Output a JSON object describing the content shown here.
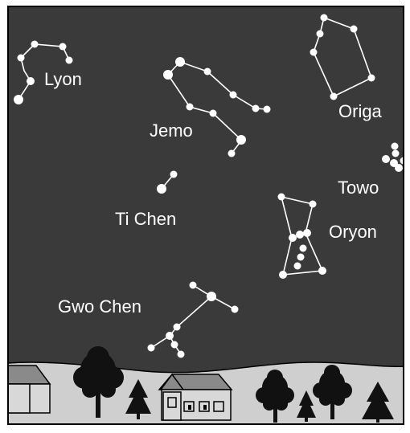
{
  "colors": {
    "sky": "#3a3a3a",
    "stars": "#ffffff",
    "lines": "#ffffff",
    "ground": "#cfcfcf",
    "border": "#000000",
    "trees": "#111111",
    "house_wall": "#d8d8d8",
    "house_roof": "#8a8a8a"
  },
  "constellations": {
    "lyon": "Lyon",
    "jemo": "Jemo",
    "origa": "Origa",
    "towo": "Towo",
    "ti_chen": "Ti Chen",
    "oryon": "Oryon",
    "gwo_chen": "Gwo Chen"
  },
  "icons": [
    "house-icon",
    "deciduous-tree-icon",
    "pine-tree-icon"
  ]
}
